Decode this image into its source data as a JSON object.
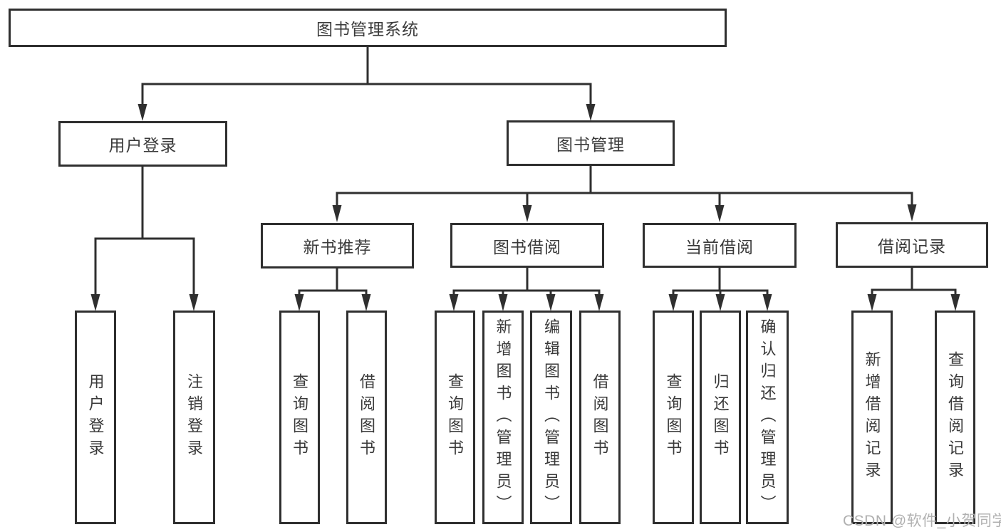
{
  "colors": {
    "line": "#2f2f2f",
    "text": "#3a3a3a",
    "background": "#ffffff",
    "watermark": "#b0b0b0"
  },
  "tree": {
    "root": "图书管理系统",
    "branches": [
      {
        "label": "用户登录",
        "children": [
          "用户登录",
          "注销登录"
        ]
      },
      {
        "label": "图书管理",
        "children": [
          {
            "label": "新书推荐",
            "children": [
              "查询图书",
              "借阅图书"
            ]
          },
          {
            "label": "图书借阅",
            "children": [
              "查询图书",
              "新增图书（管理员）",
              "编辑图书（管理员）",
              "借阅图书"
            ]
          },
          {
            "label": "当前借阅",
            "children": [
              "查询图书",
              "归还图书",
              "确认归还（管理员）"
            ]
          },
          {
            "label": "借阅记录",
            "children": [
              "新增借阅记录",
              "查询借阅记录"
            ]
          }
        ]
      }
    ]
  },
  "watermark": {
    "text": "CSDN @软件_小贺同学"
  }
}
